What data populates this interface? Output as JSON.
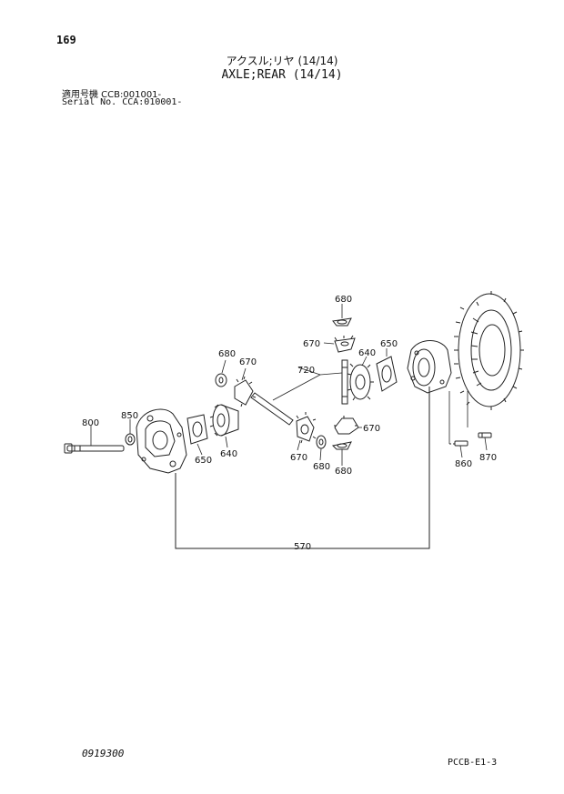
{
  "header": {
    "page_number": "169",
    "title_jp": "アクスル;リヤ (14/14)",
    "title_en": "AXLE;REAR (14/14)",
    "serial_jp": "適用号機 CCB:001001-",
    "serial_en": "Serial No. CCA:010001-"
  },
  "callouts": {
    "c680_top": "680",
    "c670_top": "670",
    "c640_right": "640",
    "c650_right": "650",
    "c680_left": "680",
    "c670_left": "670",
    "c720": "720",
    "c800": "800",
    "c850": "850",
    "c650_left": "650",
    "c640_left": "640",
    "c670_bottom": "670",
    "c670_mid": "670",
    "c680_mid": "680",
    "c680_bottom": "680",
    "c860": "860",
    "c870": "870",
    "c570": "570"
  },
  "footer": {
    "drawing_code": "0919300",
    "sheet_ref": "PCCB-E1-3"
  }
}
